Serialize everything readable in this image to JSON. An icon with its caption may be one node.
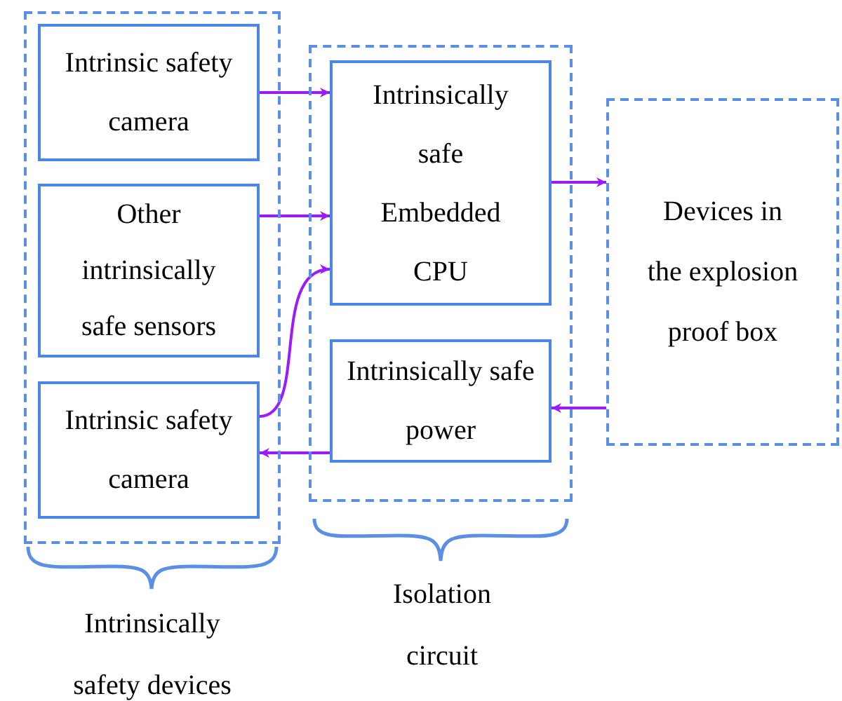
{
  "diagram": {
    "nodes": [
      {
        "text": [],
        "shape": "box",
        "beside": [
          "Intrinsically safety devices"
        ]
      },
      {
        "text": [
          "Intrinsic safety camera"
        ],
        "in": 0
      },
      {
        "text": [
          "Other intrinsically safe sensors"
        ],
        "in": 0
      },
      {
        "text": [
          "Intrinsic safety camera"
        ],
        "in": 0
      },
      {
        "text": [],
        "shape": "box",
        "beside": [
          "Isolation circuit"
        ]
      },
      {
        "text": [
          "Intrinsically safe Embedded CPU"
        ],
        "in": 4
      },
      {
        "text": [
          "Intrinsically safe power"
        ],
        "in": 4
      },
      {
        "text": [
          "Devices in the explosion proof box"
        ]
      }
    ],
    "edges": [
      {
        "from": 1,
        "to": 5,
        "arrow": "to"
      },
      {
        "from": 2,
        "to": 5,
        "arrow": "to"
      },
      {
        "from": 3,
        "to": 5,
        "arrow": "to"
      },
      {
        "from": 5,
        "to": 7,
        "arrow": "to"
      },
      {
        "from": 7,
        "to": 6,
        "arrow": "to"
      },
      {
        "from": 6,
        "to": 3,
        "arrow": "to"
      }
    ]
  }
}
